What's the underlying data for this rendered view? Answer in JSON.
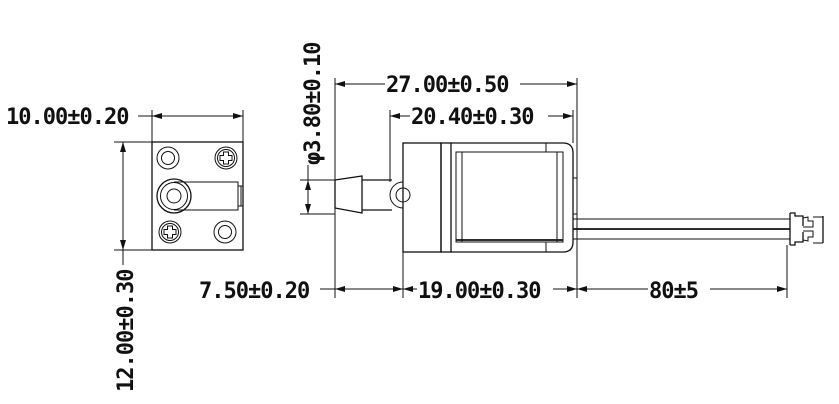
{
  "drawing": {
    "type": "mechanical-dimension-drawing",
    "subject": "miniature solenoid valve with wire leads and connector",
    "views": [
      {
        "name": "front-view",
        "description": "square end face with 2 plain holes, 2 cross-head screws, central port and tab"
      },
      {
        "name": "side-view",
        "description": "nozzle, valve body, coil with bracket, lead wires, connector"
      }
    ],
    "line_color": "#111111",
    "background": "#ffffff"
  },
  "dimensions": {
    "front_width": "10.00±0.20",
    "front_height": "12.00±0.30",
    "nozzle_diameter": "φ3.80±0.10",
    "overall_length": "27.00±0.50",
    "body_to_bracket": "20.40±0.30",
    "nozzle_length": "7.50±0.20",
    "body_length": "19.00±0.30",
    "lead_length": "80±5"
  }
}
